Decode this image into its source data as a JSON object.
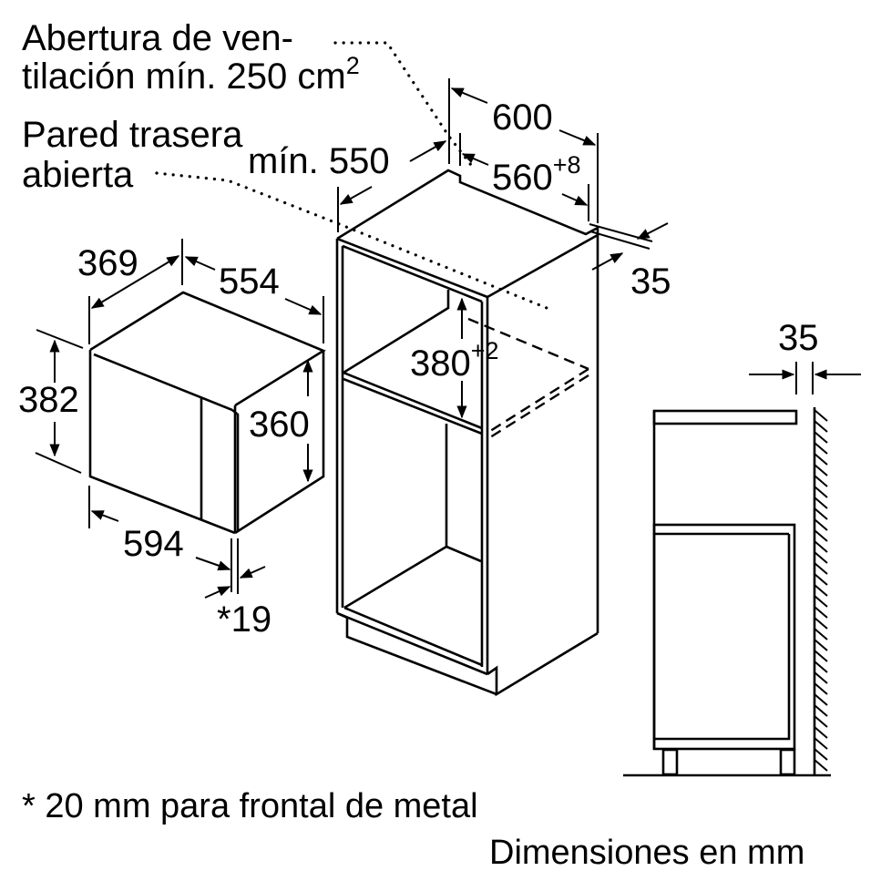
{
  "labels": {
    "ventilation_line1": "Abertura de ven-",
    "ventilation_line2": "tilación mín. 250 cm",
    "ventilation_sup": "2",
    "rear_wall_line1": "Pared trasera",
    "rear_wall_line2": "abierta",
    "min_depth": "mín. 550",
    "cabinet_width": "600",
    "niche_width": "560",
    "niche_width_tol": "+8",
    "top_gap": "35",
    "niche_height": "380",
    "niche_height_tol": "+2",
    "side_gap": "35"
  },
  "appliance": {
    "depth": "369",
    "body_width": "554",
    "total_height": "382",
    "body_height": "360",
    "front_width": "594",
    "front_thickness": "*19"
  },
  "footer": {
    "note": "* 20 mm para frontal de metal",
    "units": "Dimensiones en mm"
  },
  "colors": {
    "line": "#000000",
    "background": "#ffffff"
  }
}
